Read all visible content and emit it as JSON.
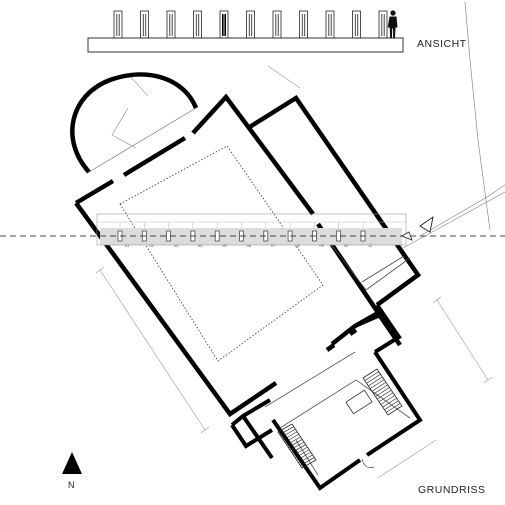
{
  "labels": {
    "elevation": "ANSICHT",
    "plan": "GRUNDRISS",
    "north": "N"
  },
  "panel_numbers": [
    "01",
    "02",
    "03",
    "04",
    "05",
    "06",
    "07",
    "08",
    "09",
    "10",
    "11"
  ],
  "colors": {
    "walls": "#000000",
    "thin_lines": "#666666",
    "band": "#c8c8c8",
    "band_fill": "#dcdcdc",
    "axis": "#444444"
  }
}
